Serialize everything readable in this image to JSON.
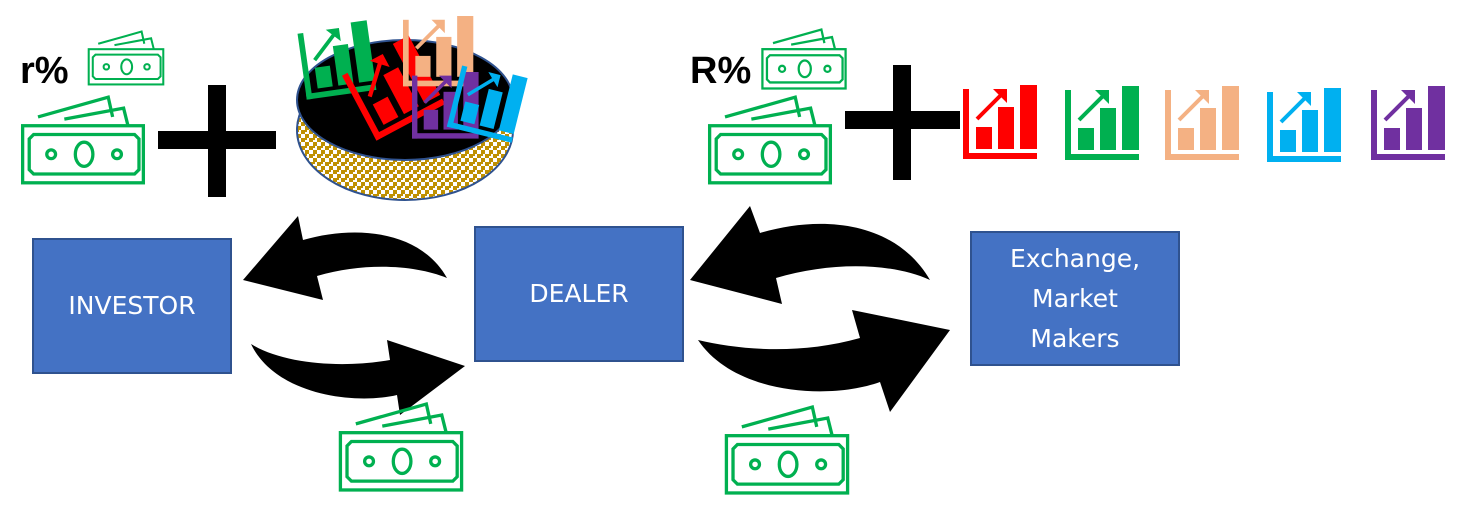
{
  "colors": {
    "node_fill": "#4472C4",
    "node_border": "#2F528F",
    "money_green": "#00B050",
    "arrow": "#000000",
    "basket_fill": "#000000",
    "basket_weave": "#BF9000"
  },
  "left_group": {
    "rate_label": "r%",
    "money_icons": [
      "small-bill",
      "large-bill"
    ],
    "plus": "+",
    "basket": {
      "charts": [
        {
          "color": "#00B050",
          "name": "green-chart"
        },
        {
          "color": "#FF0000",
          "name": "red-chart"
        },
        {
          "color": "#F4B183",
          "name": "peach-chart"
        },
        {
          "color": "#7030A0",
          "name": "purple-chart"
        },
        {
          "color": "#00B0F0",
          "name": "blue-chart"
        }
      ]
    }
  },
  "right_group": {
    "rate_label": "R%",
    "money_icons": [
      "small-bill",
      "large-bill"
    ],
    "plus": "+",
    "charts": [
      {
        "color": "#FF0000",
        "name": "red-chart"
      },
      {
        "color": "#00B050",
        "name": "green-chart"
      },
      {
        "color": "#F4B183",
        "name": "peach-chart"
      },
      {
        "color": "#00B0F0",
        "name": "blue-chart"
      },
      {
        "color": "#7030A0",
        "name": "purple-chart"
      }
    ]
  },
  "nodes": {
    "investor": "INVESTOR",
    "dealer": "DEALER",
    "exchange": "Exchange,\nMarket\nMakers"
  },
  "flows": [
    {
      "from": "dealer",
      "to": "investor",
      "carries": "r% + basket of securities"
    },
    {
      "from": "investor",
      "to": "dealer",
      "carries": "money"
    },
    {
      "from": "exchange",
      "to": "dealer",
      "carries": "R% + securities"
    },
    {
      "from": "dealer",
      "to": "exchange",
      "carries": "money"
    }
  ]
}
